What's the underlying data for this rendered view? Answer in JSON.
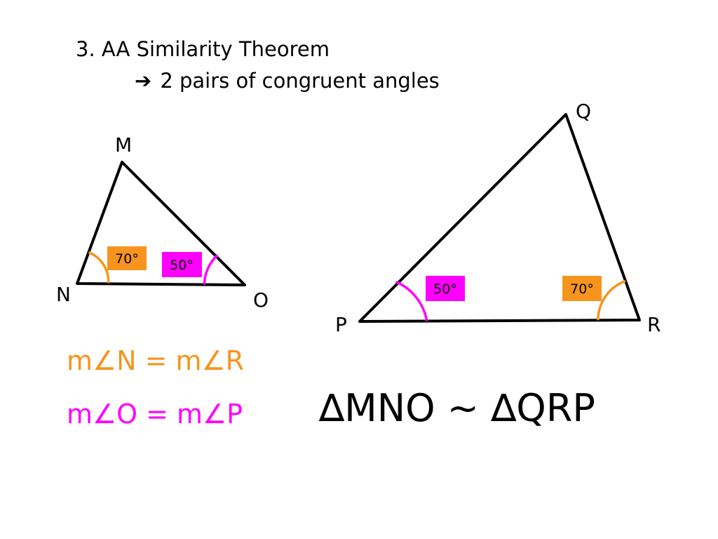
{
  "slide": {
    "title": "3.  AA Similarity Theorem",
    "subtitle_arrow": "➔",
    "subtitle": "2 pairs of congruent angles"
  },
  "colors": {
    "line": "#000000",
    "angle_n": "#f7941d",
    "angle_o": "#ff00ff",
    "badge_orange": "#f7941d",
    "badge_magenta": "#ff00ff"
  },
  "triangle_small": {
    "vertices": {
      "M": "M",
      "N": "N",
      "O": "O"
    },
    "angle_labels": {
      "N": "70°",
      "O": "50°"
    }
  },
  "triangle_large": {
    "vertices": {
      "Q": "Q",
      "P": "P",
      "R": "R"
    },
    "angle_labels": {
      "P": "50°",
      "R": "70°"
    }
  },
  "equations": {
    "eq1": "m∠N = m∠R",
    "eq2": "m∠O = m∠P"
  },
  "statement": "∆MNO ~ ∆QRP"
}
